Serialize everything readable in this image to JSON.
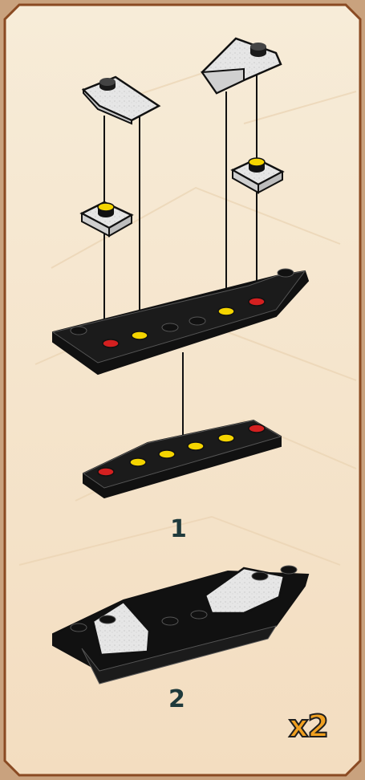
{
  "steps": [
    {
      "number": "1"
    },
    {
      "number": "2"
    }
  ],
  "multiplier": "x2",
  "colors": {
    "frame_border": "#8a4a22",
    "background_top": "#f6ebd7",
    "background_bottom": "#f3dfc2",
    "brick_black": "#111111",
    "stud_yellow": "#f4d400",
    "stud_red": "#d42020",
    "brick_white": "#e8e8e8",
    "step_number": "#1f3a3c",
    "multiplier_fill": "#f0a020"
  }
}
